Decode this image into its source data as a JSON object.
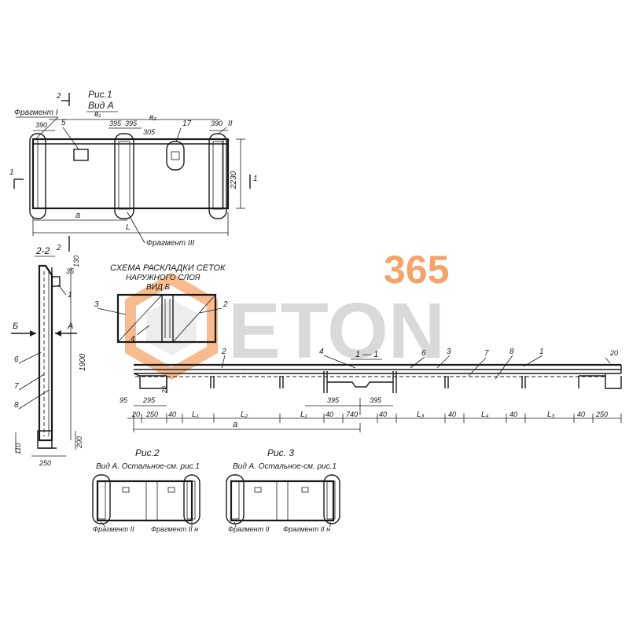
{
  "watermark": {
    "number": "365",
    "word": "ETON",
    "color_orange": "#f4a46a",
    "color_gray": "#d9d9d9"
  },
  "fig1": {
    "title": "Рис.1",
    "view": "Вид А",
    "fragment_i": "Фрагмент I",
    "fragment_ii": "II",
    "fragment_iii": "Фрагмент III",
    "section_mark_top": "2",
    "section_mark_bottom": "2",
    "section_1_left": "1",
    "section_1_right": "1",
    "dim_390_left": "390",
    "dim_390_right": "390",
    "dim_395_a": "395",
    "dim_395_b": "395",
    "dim_305": "305",
    "b1": "в₁",
    "b2": "в₂",
    "label_5": "5",
    "label_17": "17",
    "dim_height": "2230",
    "dim_a": "a",
    "dim_L": "L"
  },
  "sec22": {
    "title": "2-2",
    "dim_35": "35",
    "dim_130": "130",
    "label_1": "1",
    "arrow_b": "Б",
    "arrow_a": "А",
    "label_6": "6",
    "label_7": "7",
    "label_8": "8",
    "dim_1900": "1900",
    "dim_110": "110",
    "dim_200": "200",
    "dim_250": "250"
  },
  "scheme": {
    "title": "СХЕМА РАСКЛАДКИ СЕТОК",
    "subtitle": "НАРУЖНОГО СЛОЯ",
    "view": "ВИД Б",
    "label_3": "3",
    "label_2": "2",
    "label_4": "4"
  },
  "sec11": {
    "title": "1 — 1",
    "label_4": "4",
    "label_2": "2",
    "label_6": "6",
    "label_3": "3",
    "label_7": "7",
    "label_8": "8",
    "label_1": "1",
    "dim_20_right": "20",
    "dim_20_left": "20",
    "dims_top": [
      "95",
      "295",
      "395",
      "395"
    ],
    "dims_bottom": [
      "20",
      "250",
      "40",
      "L₁",
      "L₂",
      "L₁",
      "40",
      "740",
      "40",
      "L₃",
      "40",
      "L₄",
      "40",
      "L₃",
      "40",
      "250"
    ],
    "dim_a": "a"
  },
  "fig2": {
    "title": "Рис.2",
    "caption": "Вид А. Остальное-см. рис.1",
    "frag_left": "Фрагмент II",
    "frag_right": "Фрагмент II н"
  },
  "fig3": {
    "title": "Рис. 3",
    "caption": "Вид А. Остальное-см. рис.1",
    "frag_left": "Фрагмент II",
    "frag_right": "Фрагмент II н"
  }
}
